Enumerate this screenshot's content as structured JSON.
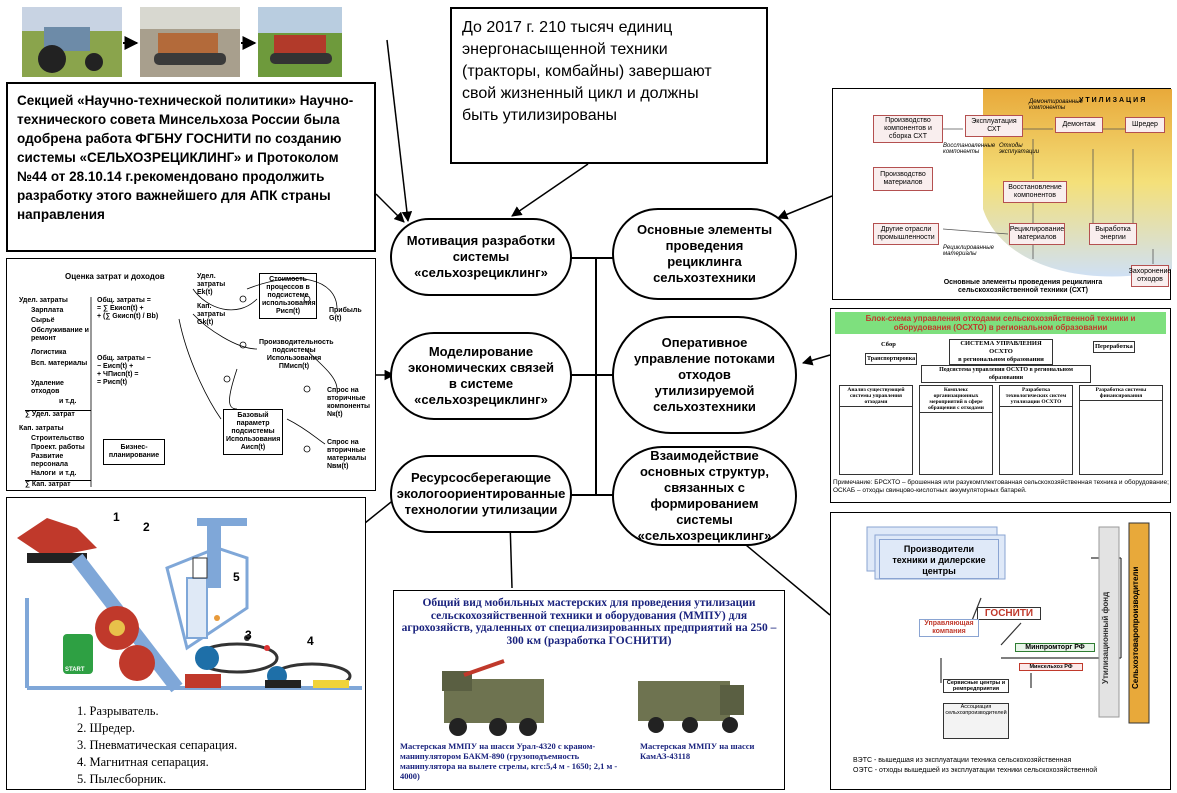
{
  "motivation_text": "До 2017 г. 210 тысяч единиц\nэнергонасыщенной техники\n(тракторы, комбайны) завершают\nсвой жизненный цикл и должны\nбыть утилизированы",
  "approval_text": "Секцией «Научно-технической политики» Научно-технического совета Минсельхоза России была одобрена работа ФГБНУ ГОСНИТИ по созданию системы «СЕЛЬХОЗРЕЦИКЛИНГ» и Протоколом №44 от 28.10.14 г.рекомендовано продолжить разработку этого важнейшего для АПК страны направления",
  "ovals": {
    "motivation": "Мотивация разработки\nсистемы\n«сельхозрециклинг»",
    "modeling": "Моделирование\nэкономических связей\nв системе\n«сельхозрециклинг»",
    "resource": "Ресурсосберегающие\nэкологоориентированные\nтехнологии утилизации",
    "elements": "Основные элементы\nпроведения\nрециклинга\nсельхозтехники",
    "operational": "Оперативное\nуправление потоками\nотходов\nутилизируемой\nсельхозтехники",
    "interaction": "Взаимодействие\nосновных структур,\nсвязанных с\nформированием системы\n«сельхозрециклинг»"
  },
  "cost_model": {
    "title": "Оценка затрат и доходов",
    "left_items": [
      "Удел. затраты",
      "Зарплата",
      "Сырьё",
      "Обслуживание и ремонт",
      "Логистика",
      "Всп. материалы",
      "Удаление отходов",
      "и т.д.",
      "∑ Удел. затрат",
      "Кап. затраты",
      "Строительство",
      "Проект. работы",
      "Развитие персонала",
      "Налоги",
      "и т.д.",
      "∑ Кап. затрат"
    ],
    "formula1": "Общ. затраты =\n= ∑ Eкисп(t) +\n+ (∑ Gкисп(t) / Bb)",
    "formula2": "Общ. затраты −\n− Eисп(t) +\n+ ЧПисп(t) =\n= Pисп(t)",
    "labels": [
      "Удел. затраты Ek(t)",
      "Кап. затраты Gk(t)",
      "Стоимость процессов в подсистеме использования Pисп(t)",
      "Прибыль G(t)",
      "Производительность подсистемы Использования ПМисп(t)",
      "Спрос на вторичные компоненты Nк(t)",
      "Базовый параметр подсистемы Использования Aисп(t)",
      "Спрос на вторичные материалы Nвм(t)",
      "Бизнес-планирование"
    ]
  },
  "recycling_diagram": {
    "title": "УТИЛИЗАЦИЯ",
    "boxes": [
      "Производство компонентов и сборка СХТ",
      "Эксплуатация СХТ",
      "Демонтаж",
      "Шредер",
      "Производство материалов",
      "Восстановление компонентов",
      "Другие отрасли промышленности",
      "Рециклирование материалов",
      "Выработка энергии",
      "Захоронение отходов"
    ],
    "notes": [
      "Демонтированные компоненты",
      "Восстановленные компоненты",
      "Отходы эксплуатации",
      "Рециклированные материалы"
    ],
    "caption": "Основные элементы проведения рециклинга\nсельскохозяйственной техники (СХТ)"
  },
  "waste_flow": {
    "title": "Блок-схема управления отходами сельскохозяйственной техники и оборудования (ОСХТО) в региональном образовании",
    "system": "СИСТЕМА УПРАВЛЕНИЯ ОСХТО\nв региональном образовании",
    "left_tag": "Сбор",
    "left_tag2": "Транспортировка",
    "right_tag": "Переработка",
    "sub": "Подсистема управления ОСХТО в региональном образовании",
    "columns": [
      "Анализ существующей системы управления отходами",
      "Комплекс организационных мероприятий в сфере обращения с отходами",
      "Разработка технологических систем утилизации ОСХТО",
      "Разработка системы финансирования"
    ],
    "note": "Примечание: БРСХТО – брошенная или разукомплектованная сельскохозяйственная техника и оборудование; ОСКАБ – отходы свинцово-кислотных аккумуляторных батарей."
  },
  "structure": {
    "producers": "Производители\nтехники и дилерские\nцентры",
    "gosniti": "ГОСНИТИ",
    "managing": "Управляющая\nкомпания",
    "ministry": "Минпромторг РФ",
    "service": "Сервисные центры и\nремпредприятия",
    "association": "Ассоциация\nсельхозпроизводителей",
    "fund": "Утилизационный фонд",
    "agro": "Сельхозтоваропроизводители",
    "ministry2": "Минсельхоз РФ",
    "note1": "ВЭТС - вышедшая из эксплуатации техника сельскохозяйственная",
    "note2": "ОЭТС - отходы вышедшей из эксплуатации техники сельскохозяйственной"
  },
  "workshop": {
    "title": "Общий вид мобильных мастерских для проведения утилизации сельскохозяйственной техники и оборудования (ММПУ) для агрохозяйств, удаленных от специализированных предприятий на 250 – 300 км (разработка ГОСНИТИ)",
    "caption1": "Мастерская ММПУ на шасси Урал-4320 с краном-манипулятором БАКМ-890 (грузоподъемность манипулятора на вылете стрелы, кгс:5,4 м - 1650; 2,1 м - 4000)",
    "caption2": "Мастерская ММПУ на шасси КамАЗ-43118"
  },
  "process_list": [
    "1. Разрыватель.",
    "2. Шредер.",
    "3. Пневматическая сепарация.",
    "4. Магнитная сепарация.",
    "5. Пылесборник."
  ],
  "process_labels": [
    "1",
    "2",
    "3",
    "4",
    "5"
  ],
  "start_label": "START",
  "colors": {
    "accent_green": "#7ee07e",
    "title_red": "#c0392b",
    "navy": "#1a237e",
    "utilization_orange": "#e8a93a"
  }
}
